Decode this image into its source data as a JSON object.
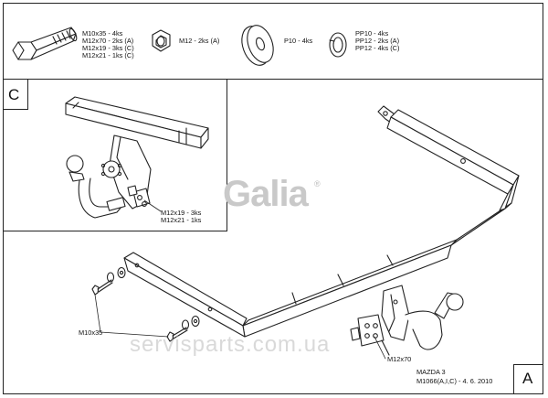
{
  "parts": {
    "bolt": [
      "M10x35 - 4ks",
      "M12x70 - 2ks (A)",
      "M12x19 - 3ks (C)",
      "M12x21 - 1ks (C)"
    ],
    "nut": "M12 - 2ks (A)",
    "washer": "P10 - 4ks",
    "spring_washer": [
      "PP10 - 4ks",
      "PP12 - 2ks (A)",
      "PP12 - 4ks (C)"
    ]
  },
  "detail_c": {
    "letter": "C",
    "callout": [
      "M12x19 - 3ks",
      "M12x21 - 1ks"
    ]
  },
  "main_view": {
    "letter": "A",
    "callout_m10": "M10x35",
    "callout_m12": "M12x70",
    "caption": [
      "MAZDA 3",
      "M1066(A,I,C) - 4. 6. 2010"
    ]
  },
  "logo": {
    "text": "Galia",
    "mark": "®",
    "color": "#c9c9c9"
  },
  "watermark": "servisparts.com.ua"
}
